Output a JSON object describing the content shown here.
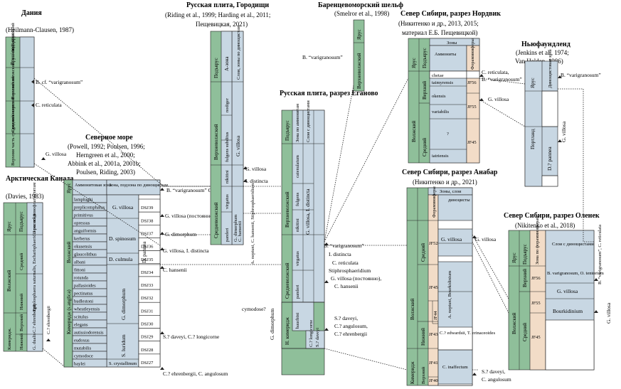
{
  "colors": {
    "green": "#8fbf9a",
    "blue": "#c8d7e3",
    "peach": "#f2dcc7",
    "white": "#ffffff",
    "line": "#222222"
  },
  "panels": {
    "denmark": {
      "title": "Дания",
      "source": "(Heilmann-Clausen, 1987)",
      "head": "Ярус/ подъярус",
      "stages": [
        "Верхний волжский/ нижний рязанский",
        "Средний/ верхний волжский",
        "Верхняя часть средне-волжского"
      ],
      "labels": [
        "B. cf. “varigranosum”",
        "C. reticulata",
        "G. villosa"
      ]
    },
    "arctic_canada": {
      "title": "Арктическая Канада",
      "source": "(Davies, 1983)",
      "headers": [
        "Ярус",
        "Подъярус",
        "Зона по динофлагеллятам"
      ],
      "stage": "Волжский",
      "substages": [
        "Средний",
        "Нижний",
        "Верхний",
        "Нижний"
      ],
      "kim": "Кимеридж.",
      "zones": [
        "Epiplosphaera saturnalis, Escharisphaeridia pocockii",
        "C.? ehrenbergii",
        "G. dualis"
      ],
      "label": "C.? ehrenbergii"
    },
    "north_sea": {
      "title": "Северное море",
      "sources": [
        "(Powell, 1992; Poulsen, 1996;",
        "Herngreen et al., 2000;",
        "Abbink et al., 2001a, 2001b;",
        "Poulsen, Riding, 2003)"
      ],
      "headers": [
        "Ярус",
        "Аммонитовая зона",
        "Зона, подзона по динощистам"
      ],
      "stages": [
        "Волжский",
        "Кимеридж (s.anglica)"
      ],
      "ammonites": [
        "lamplughi",
        "preplicomphalus",
        "primitivus",
        "opressus",
        "anguiformis",
        "kerberus",
        "okusensis",
        "glaucolithus",
        "albani",
        "fittoni",
        "rotunda",
        "pallasioides",
        "pectinatus",
        "hudlestoni",
        "wheatleyensis",
        "scitulus",
        "elegans",
        "autissiodorensis",
        "eudoxus",
        "mutabilis",
        "cymodoce",
        "baylei"
      ],
      "zones": [
        "G. villosa",
        "D. spinosum",
        "D. culmula",
        "D. pannea",
        "G. dimorphum",
        "S. luridum",
        "S. crystallinum"
      ],
      "dsj": [
        "DSJ39",
        "DSJ38",
        "DSJ37",
        "DSJ36",
        "DSJ35",
        "DSJ34",
        "DSJ33",
        "DSJ32",
        "DSJ31",
        "DSJ30",
        "DSJ29",
        "DSJ28",
        "DSJ27"
      ],
      "labels": [
        "B. “varigranosum” C. reticulata",
        "G. villosa (постоянно)",
        "G. dimorphum",
        "G. villosa, I. distincta",
        "C. hansenii",
        "S.? daveyi, C.? longicorne",
        "C.? ehrenbergii, C. angulosum"
      ]
    },
    "russian_gorodishche": {
      "title": "Русская плита, Городищи",
      "sources": [
        "(Riding et al., 1999; Harding et al., 2011;",
        "Пещевицкая, 2021)"
      ],
      "headers": [
        "Подъярус",
        "А-зона",
        "Слои, зоны по динощистам"
      ],
      "stages": [
        "Верхневолжский",
        "Средневолжский"
      ],
      "ammonites": [
        "nodiger",
        "fulgens subditus",
        "nikitini",
        "virgatus",
        "panderi",
        "G. dimorphum"
      ],
      "zones": [
        "G. villosa",
        "C. hansenii"
      ],
      "labels": [
        "G. villosa",
        "I. distincta",
        "A. neptuni, C. hansenii, Stiphrosphaeridium",
        "G. dimorphum"
      ]
    },
    "egan": {
      "title": "Русская плита, разрез Еганово",
      "headers": [
        "Подъярус",
        "Зона по аммонитам",
        "Слои с динощистами"
      ],
      "stages": [
        "Верхневолжский",
        "Средневолжский",
        "Н. кимеридж"
      ],
      "ammonites": [
        "catenulatum",
        "fulgens",
        "nikitini",
        "virgatus",
        "panderi",
        "baucbini"
      ],
      "zones": [
        "G. villosa, I. distincta",
        "C.? longicorne",
        "S.? daveyi"
      ],
      "labels": [
        "B. “varigranosum”",
        "I. distincta",
        "C. reticulata",
        "Stiphrosphaeridium",
        "G. villosa (постоянно),",
        "C. hansenii",
        "cymodose?",
        "S.? daveyi,",
        "C.? angulosum,",
        "C.? ehrenbergii"
      ]
    },
    "barents": {
      "title": "Баренцевоморский шельф",
      "source": "(Smelror et al., 1998)",
      "headers": [
        "Ярус",
        "Верхневолжский"
      ],
      "label": "B. “varigranosum”"
    },
    "nordvik": {
      "title": "Север Сибири, разрез Нордвик",
      "sources": [
        "(Никитенко и др., 2013, 2015;",
        "материал Е.Б. Пещевицкой)"
      ],
      "headers": [
        "Зоны",
        "Аммониты",
        "Фораминиферы"
      ],
      "stages": [
        "Ярус",
        "Подъярус",
        "Волжский",
        "Верхний",
        "Средний"
      ],
      "ammonites": [
        "chetae",
        "taimyrensis",
        "okensis",
        "variabilis",
        "?",
        "iatriensis"
      ],
      "forams": [
        "JF56",
        "JF55",
        "JF45"
      ],
      "labels": [
        "C. reticulata,",
        "B. “varigranosum”",
        "G. villosa"
      ]
    },
    "newfoundland": {
      "title": "Ньюфаундленд",
      "sources": [
        "(Jenkins et al., 1974;",
        "Van Helden, 1986)"
      ],
      "headers": [
        "Ярус",
        "Динощистовая зона"
      ],
      "stage": "Портланд",
      "zone": "D.? pannea",
      "labels": [
        "B. “varigranosum”",
        "G. villosa"
      ]
    },
    "anabar": {
      "title": "Север Сибири, разрез Анабар",
      "source": "(Никитенко и др., 2021)",
      "headers": [
        "Зоны, слои",
        "Фораминиферы",
        "диноцисты"
      ],
      "stages": [
        "Волжский",
        "Кимеридж"
      ],
      "substages": [
        "Средний",
        "Нижний",
        "Верхний"
      ],
      "forams": [
        "JF52",
        "JF45",
        "JF44",
        "JF43",
        "JF41",
        "JF40"
      ],
      "zones": [
        "G. villosa",
        "A. neptuni, Bourkidinium",
        "C.? edwardsii, T. erinaceoides",
        "C. inaffectum"
      ],
      "labels": [
        "G. villosa",
        "S.? daveyi,",
        "C. angulosum"
      ]
    },
    "olenek": {
      "title": "Север Сибири, разрез Оленек",
      "source": "(Nikitenko et al., 2018)",
      "headers": [
        "Ярус",
        "Подъярус",
        "Зона по фораминиферам",
        "Слои с динощистами"
      ],
      "stage": "Волжский",
      "substages": [
        "Верхний",
        "Средний"
      ],
      "forams": [
        "JF56",
        "JF55",
        "JF45"
      ],
      "zones": [
        "B. varigranosum, O. tentorium",
        "G. villosa",
        "Bourkidinium"
      ],
      "labels": [
        "B. “varigranosum”, C. reticulata",
        "G. villosa"
      ]
    }
  }
}
